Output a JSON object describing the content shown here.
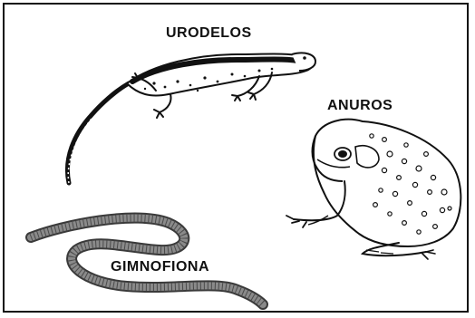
{
  "labels": {
    "urodelos": "URODELOS",
    "anuros": "ANUROS",
    "gimnofiona": "GIMNOFIONA"
  },
  "icons": {
    "salamander": "salamander-illustration",
    "toad": "toad-illustration",
    "caecilian": "caecilian-illustration"
  },
  "colors": {
    "ink": "#111111",
    "caecilian_body": "#8a8a8a",
    "caecilian_dark": "#4a4a4a",
    "background": "#ffffff"
  }
}
